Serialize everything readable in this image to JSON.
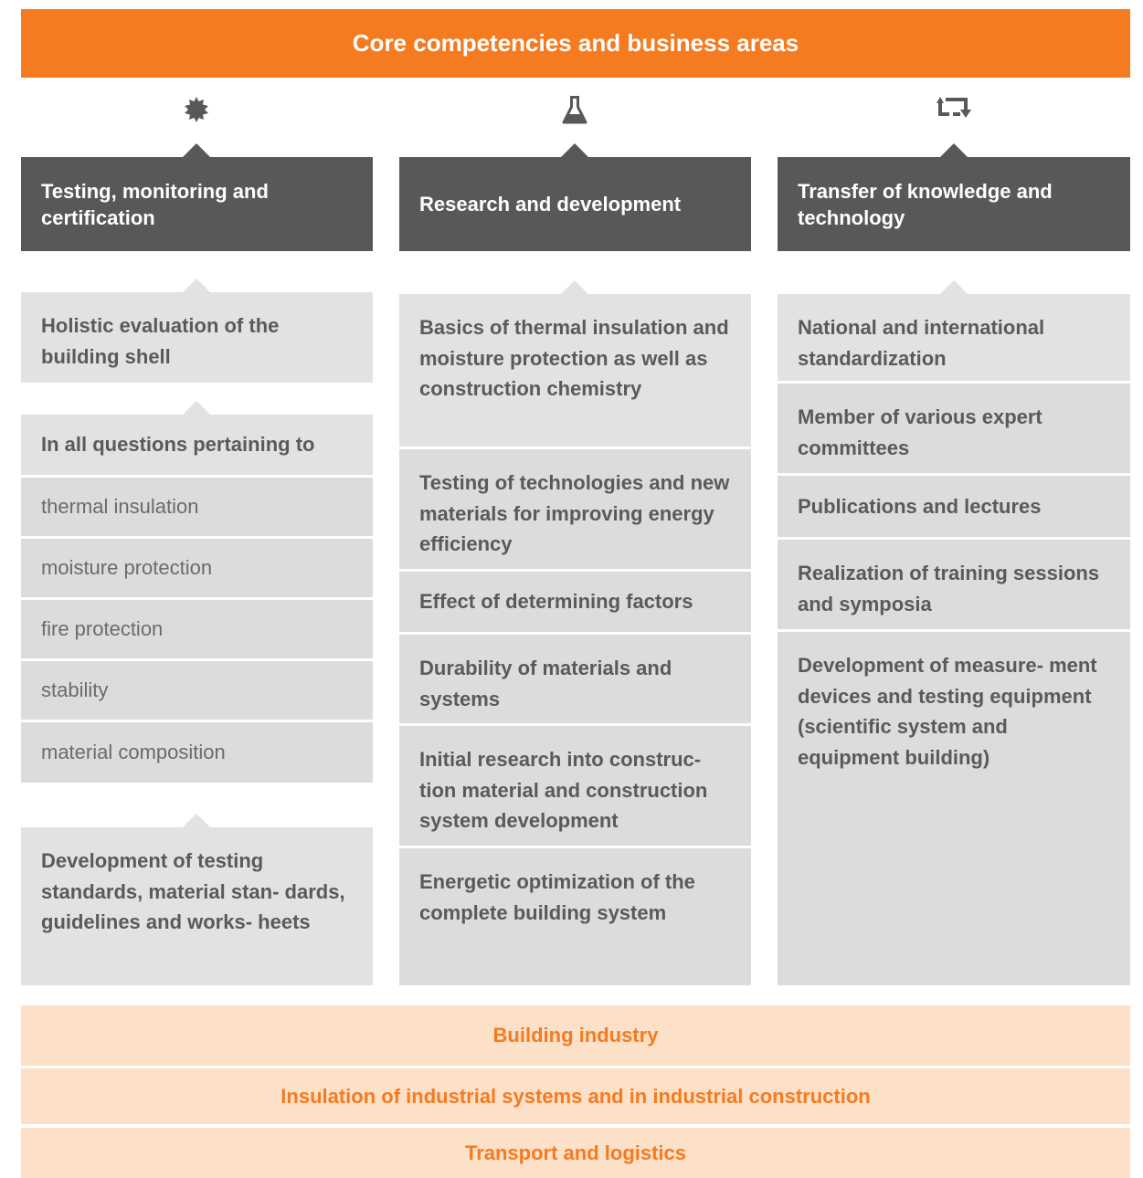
{
  "title": "Core competencies and business areas",
  "icons": [
    "gear-icon",
    "flask-icon",
    "transfer-icon"
  ],
  "columns": [
    {
      "heading": "Testing, monitoring and certification",
      "items": [
        "Holistic evaluation of the building shell",
        "In all questions pertaining to",
        "thermal insulation",
        "moisture protection",
        "fire protection",
        "stability",
        "material composition",
        "Development of testing standards, material stan- dards, guidelines and works- heets"
      ]
    },
    {
      "heading": "Research and development",
      "items": [
        "Basics of thermal insulation and moisture protection as well as construction chemistry",
        "Testing of technologies and new materials for improving energy efficiency",
        "Effect of determining factors",
        "Durability of materials and systems",
        "Initial research into construc- tion material and construction system development",
        "Energetic optimization of the complete building system"
      ]
    },
    {
      "heading": "Transfer of knowledge and technology",
      "items": [
        "National and international standardization",
        "Member of various expert committees",
        "Publications and lectures",
        "Realization of training sessions and symposia",
        "Development of measure- ment devices and testing equipment (scientific system and equipment building)"
      ]
    }
  ],
  "business_areas": [
    "Building industry",
    "Insulation of industrial systems and in industrial construction",
    "Transport and logistics"
  ],
  "colors": {
    "accent": "#f47b20",
    "header_gray": "#58585a",
    "card_gray": "#dcdcdd",
    "band_peach": "#fde0c8"
  }
}
